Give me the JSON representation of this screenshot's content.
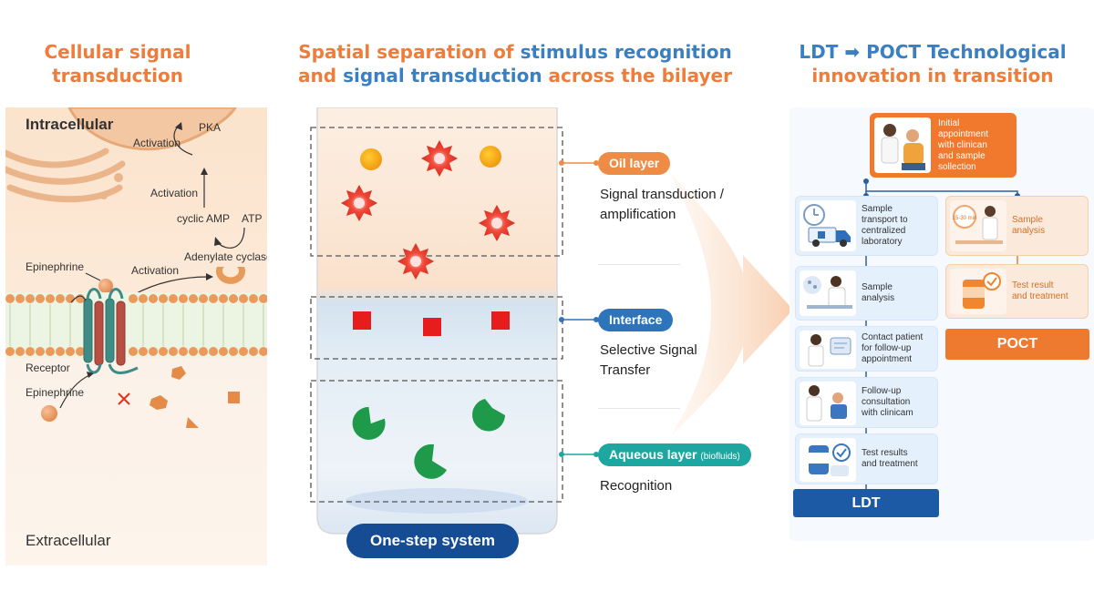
{
  "left": {
    "title_line1": "Cellular signal",
    "title_line2": "transduction",
    "labels": {
      "intracellular": "Intracellular",
      "extracellular": "Extracellular",
      "pka": "PKA",
      "activation_top": "Activation",
      "activation_mid": "Activation",
      "cyclic_amp": "cyclic AMP",
      "atp": "ATP",
      "adenylate_cyclase": "Adenylate cyclase",
      "activation_low": "Activation",
      "epinephrine_top": "Epinephrine",
      "receptor": "Receptor",
      "epinephrine_bottom": "Epinephrine"
    }
  },
  "middle": {
    "title_p1": "Spatial separation of ",
    "title_p2": "stimulus recognition",
    "title_p3": "and ",
    "title_p4": "signal transduction",
    "title_p5": " across the bilayer",
    "oil_label": "Oil layer",
    "oil_desc_1": "Signal transduction /",
    "oil_desc_2": "amplification",
    "interface_label": "Interface",
    "interface_desc_1": "Selective Signal",
    "interface_desc_2": "Transfer",
    "aqueous_label": "Aqueous layer",
    "aqueous_sub": "(biofluids)",
    "aqueous_desc": "Recognition",
    "system_label": "One-step system",
    "colors": {
      "oil": "#ee8c45",
      "interface": "#2d74bb",
      "aqueous": "#1ea7a0",
      "system": "#154c93"
    }
  },
  "right": {
    "title_p1": "LDT",
    "title_arrow": "➡",
    "title_p2": " POCT Technological",
    "title_line2": "innovation in transition",
    "initial": [
      "Initial",
      "appointment",
      "with clinican",
      "and sample",
      "sollection"
    ],
    "ldt_steps": [
      [
        "Sample",
        "transport to",
        "centralized",
        "laboratory"
      ],
      [
        "Sample",
        "analysis"
      ],
      [
        "Contact patient",
        "for follow-up",
        "appointment"
      ],
      [
        "Follow-up",
        "consultation",
        "with clinicam"
      ],
      [
        "Test results",
        "and treatment"
      ]
    ],
    "poct_steps": [
      [
        "Sample",
        "analysis"
      ],
      [
        "Test result",
        "and treatment"
      ]
    ],
    "timer_text": "15-30 min",
    "ldt_label": "LDT",
    "poct_label": "POCT",
    "colors": {
      "ldt": "#1c5aa6",
      "poct": "#ee7a2f"
    }
  }
}
